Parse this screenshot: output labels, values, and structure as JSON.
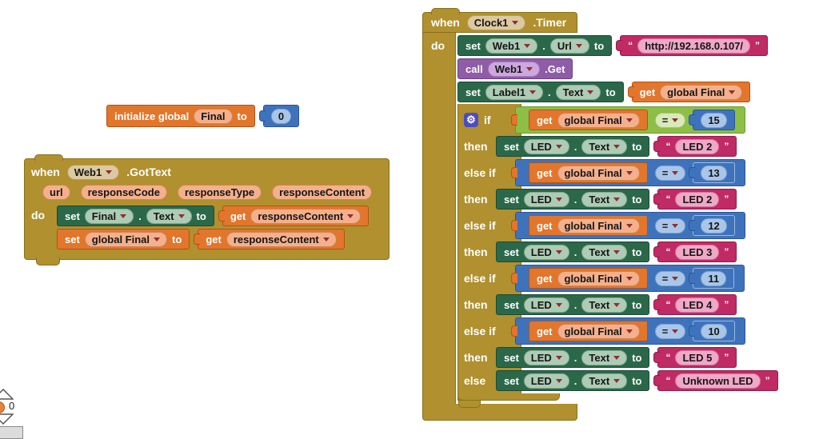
{
  "colors": {
    "gold": "#B1902F",
    "gold_border": "#8a701a",
    "setter_green": "#2B684A",
    "variable_orange": "#E1762C",
    "text_magenta": "#C02A65",
    "math_blue": "#3E73BC",
    "logic_green": "#8DBE46",
    "call_purple": "#8F5CA7",
    "gear_indigo": "#4D4DC1",
    "canvas_bg": "#ffffff"
  },
  "icons": {
    "gear": "⚙",
    "warning_triangle": "triangle-outline",
    "error_circle": "orange-circle"
  },
  "corner": {
    "count": "0"
  },
  "init_block": {
    "label": "initialize global",
    "name": "Final",
    "to": "to",
    "value": "0"
  },
  "gottext_block": {
    "when": "when",
    "component": "Web1",
    "event": ".GotText",
    "do": "do",
    "params": [
      "url",
      "responseCode",
      "responseType",
      "responseContent"
    ],
    "set_final": {
      "set": "set",
      "component": "Final",
      "dot": ".",
      "prop": "Text",
      "to": "to",
      "get": "get",
      "var": "responseContent"
    },
    "set_global": {
      "set": "set",
      "var": "global Final",
      "to": "to",
      "get": "get",
      "value_var": "responseContent"
    }
  },
  "timer_block": {
    "when": "when",
    "component": "Clock1",
    "event": ".Timer",
    "do": "do",
    "quotes": {
      "open": "“",
      "close": "”"
    },
    "set_url": {
      "set": "set",
      "component": "Web1",
      "dot": ".",
      "prop": "Url",
      "to": "to",
      "value": "http://192.168.0.107/"
    },
    "call_get": {
      "call": "call",
      "component": "Web1",
      "method": ".Get"
    },
    "set_label": {
      "set": "set",
      "component": "Label1",
      "dot": ".",
      "prop": "Text",
      "to": "to",
      "get": "get",
      "var": "global Final"
    },
    "if_block": {
      "branches": [
        {
          "label": "if",
          "get": "get",
          "var": "global Final",
          "op": "=",
          "num": "15",
          "then": "then",
          "set": "set",
          "component": "LED",
          "dot": ".",
          "prop": "Text",
          "to": "to",
          "text": "LED 2",
          "style": "logic"
        },
        {
          "label": "else if",
          "get": "get",
          "var": "global Final",
          "op": "=",
          "num": "13",
          "then": "then",
          "set": "set",
          "component": "LED",
          "dot": ".",
          "prop": "Text",
          "to": "to",
          "text": "LED 2",
          "style": "math"
        },
        {
          "label": "else if",
          "get": "get",
          "var": "global Final",
          "op": "=",
          "num": "12",
          "then": "then",
          "set": "set",
          "component": "LED",
          "dot": ".",
          "prop": "Text",
          "to": "to",
          "text": "LED 3",
          "style": "math"
        },
        {
          "label": "else if",
          "get": "get",
          "var": "global Final",
          "op": "=",
          "num": "11",
          "then": "then",
          "set": "set",
          "component": "LED",
          "dot": ".",
          "prop": "Text",
          "to": "to",
          "text": "LED 4",
          "style": "math"
        },
        {
          "label": "else if",
          "get": "get",
          "var": "global Final",
          "op": "=",
          "num": "10",
          "then": "then",
          "set": "set",
          "component": "LED",
          "dot": ".",
          "prop": "Text",
          "to": "to",
          "text": "LED 5",
          "style": "math"
        }
      ],
      "else_branch": {
        "label": "else",
        "set": "set",
        "component": "LED",
        "dot": ".",
        "prop": "Text",
        "to": "to",
        "text": "Unknown LED"
      }
    }
  }
}
